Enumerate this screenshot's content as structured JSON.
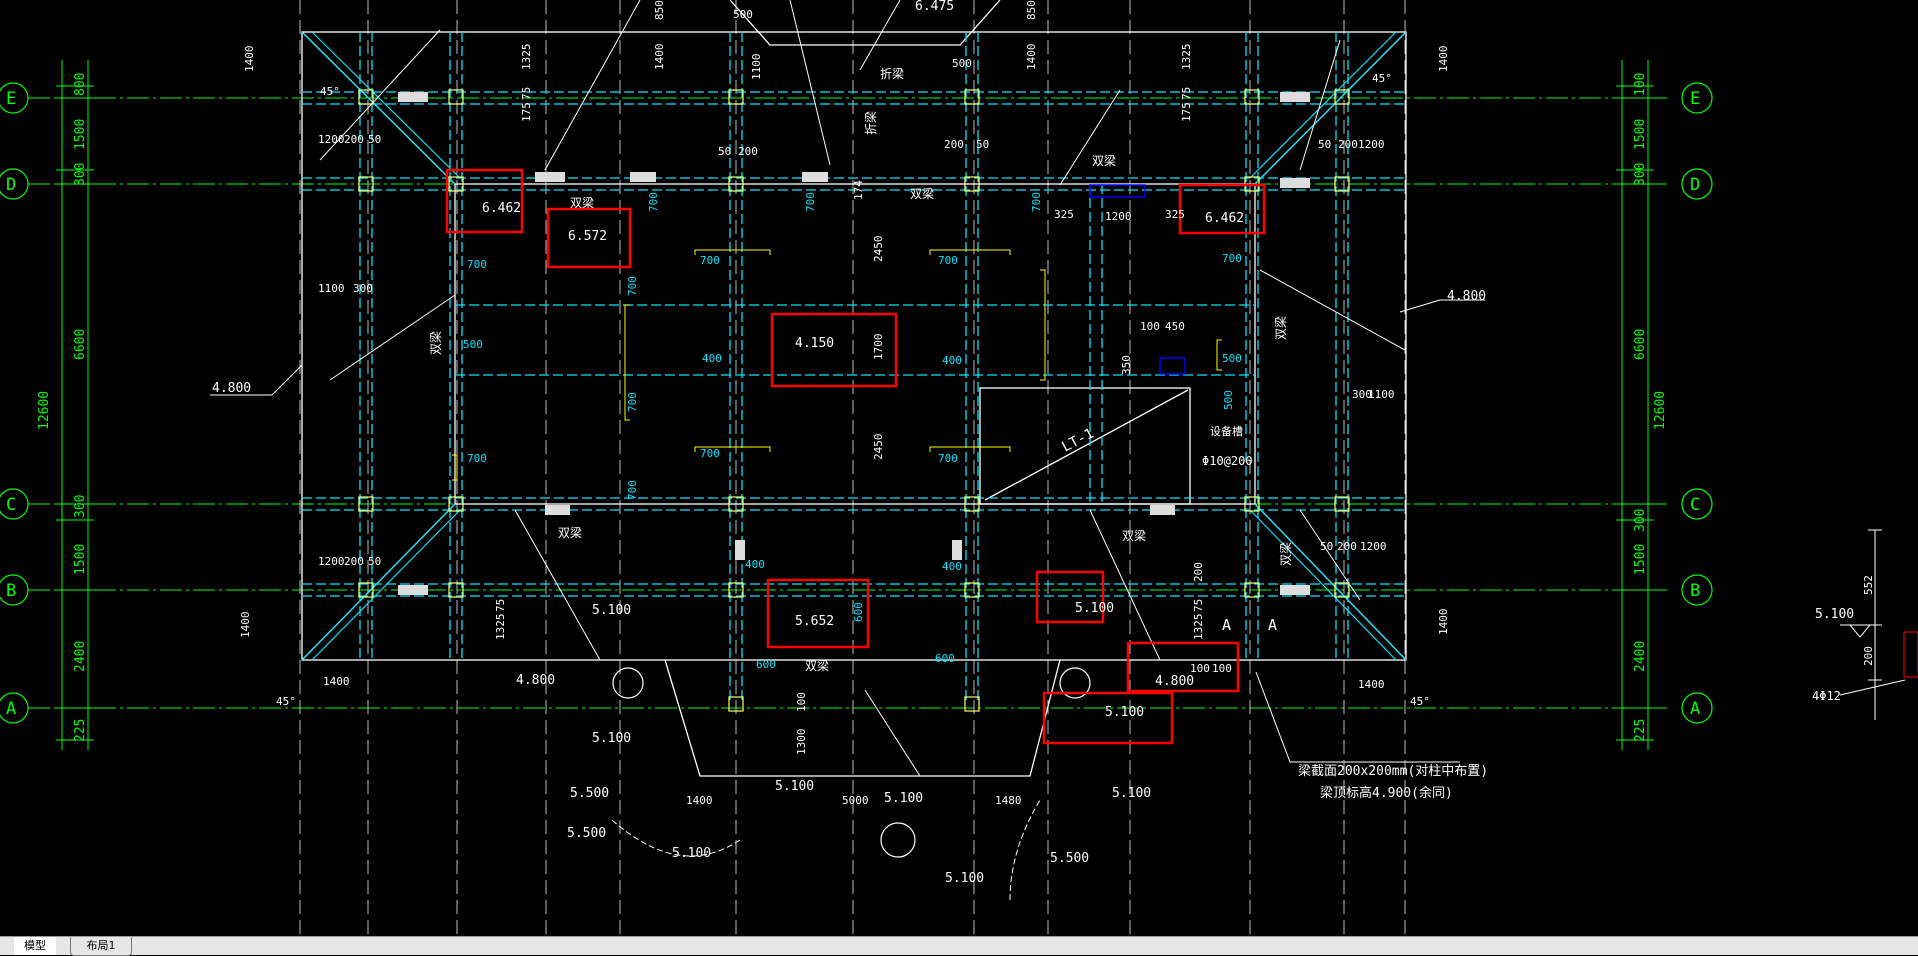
{
  "colors": {
    "background": "#000000",
    "axis": "#00ff00",
    "beam": "#ffffff",
    "column": "#00e5ff",
    "rebar": "#ffff00",
    "highlight": "#ff0000",
    "hatch": "#ffffff",
    "blue_block": "#0000ff"
  },
  "tabs": [
    {
      "label": "模型",
      "active": true
    },
    {
      "label": "布局1",
      "active": false
    }
  ],
  "axes_left": {
    "labels": [
      "E",
      "D",
      "C",
      "B",
      "A"
    ],
    "segments": [
      "800",
      "1500",
      "300",
      "6600",
      "300",
      "1500",
      "2400",
      "225"
    ],
    "total": "12600"
  },
  "axes_right": {
    "labels": [
      "E",
      "D",
      "C",
      "B",
      "A"
    ],
    "segments": [
      "100",
      "1500",
      "300",
      "6600",
      "300",
      "1500",
      "2400",
      "225"
    ],
    "total": "12600"
  },
  "elevations_highlighted": [
    "6.462",
    "6.572",
    "6.462",
    "4.150",
    "5.652",
    "5.100",
    "4.800",
    "5.100"
  ],
  "elevations_other": [
    "6.475",
    "4.800",
    "4.800",
    "5.100",
    "4.800",
    "5.100",
    "5.100",
    "5.100",
    "5.100",
    "5.500",
    "5.500",
    "5.100",
    "5.100",
    "5.500",
    "5.100"
  ],
  "top_dims": [
    "850",
    "500",
    "850",
    "1400",
    "1325",
    "1400",
    "1100",
    "500",
    "1400",
    "1325",
    "1400",
    "175",
    "75",
    "175",
    "75"
  ],
  "beam_dims": [
    "700",
    "700",
    "700",
    "700",
    "700",
    "700",
    "700",
    "700",
    "700",
    "700",
    "700",
    "700",
    "700"
  ],
  "misc_dims": [
    "1200",
    "200",
    "50",
    "50",
    "200",
    "200",
    "50",
    "50",
    "200",
    "1200",
    "325",
    "1200",
    "325",
    "2450",
    "2450",
    "1700",
    "174",
    "1100",
    "300",
    "300",
    "1100",
    "100",
    "450",
    "350",
    "400",
    "400",
    "400",
    "400",
    "500",
    "500",
    "500",
    "600",
    "600",
    "600",
    "1300",
    "100",
    "1400",
    "5000",
    "1480",
    "1400",
    "1400",
    "1400",
    "1400",
    "1325",
    "1325",
    "75",
    "75",
    "100",
    "100",
    "1200",
    "200",
    "50",
    "1200",
    "200",
    "50",
    "200",
    "552",
    "200"
  ],
  "labels_beam": [
    "双梁",
    "双梁",
    "双梁",
    "双梁",
    "双梁",
    "双梁",
    "双梁",
    "双梁",
    "双梁",
    "折梁",
    "折梁"
  ],
  "annotations": {
    "stair": "LT-1",
    "equipment": "设备槽",
    "rebar_spec": "Φ10@200",
    "note1": "梁截面200x200mm(对柱中布置)",
    "note2": "梁顶标高4.900(余同)",
    "side_rebar": "4Φ12",
    "section_a": "A"
  },
  "angles": [
    "45°",
    "45°",
    "45°",
    "45°"
  ]
}
